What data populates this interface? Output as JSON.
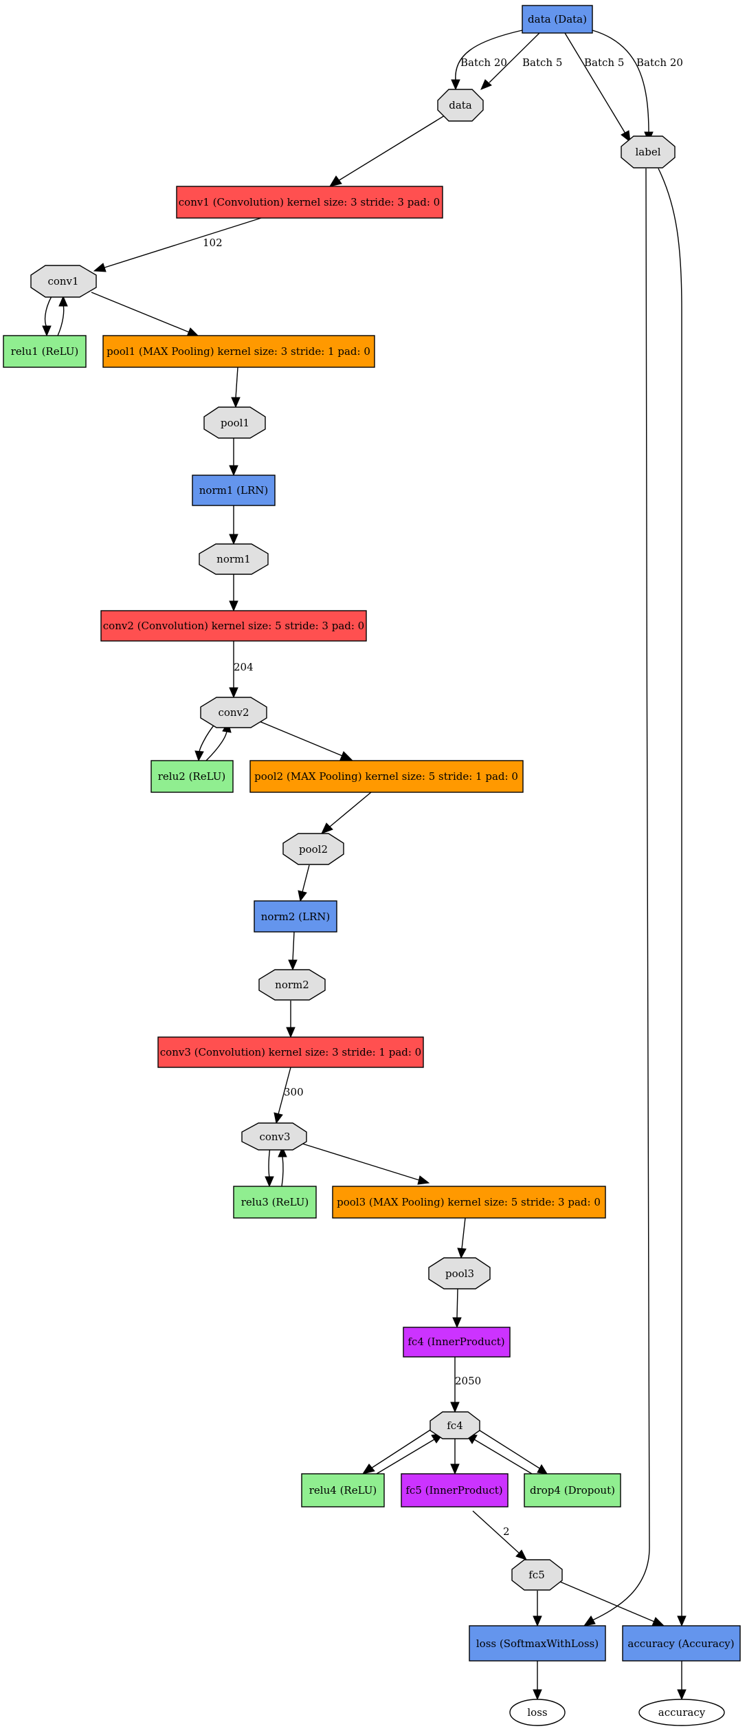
{
  "colors": {
    "data_layer": "#6495ed",
    "convolution": "#ff5050",
    "pooling": "#ff9900",
    "relu_dropout": "#90ee90",
    "inner_product": "#cc33ff",
    "blob": "#e0e0e0"
  },
  "layers": {
    "data": "data (Data)",
    "conv1": "conv1 (Convolution) kernel size: 3 stride: 3 pad: 0",
    "relu1": "relu1 (ReLU)",
    "pool1": "pool1 (MAX Pooling) kernel size: 3 stride: 1 pad: 0",
    "norm1": "norm1 (LRN)",
    "conv2": "conv2 (Convolution) kernel size: 5 stride: 3 pad: 0",
    "relu2": "relu2 (ReLU)",
    "pool2": "pool2 (MAX Pooling) kernel size: 5 stride: 1 pad: 0",
    "norm2": "norm2 (LRN)",
    "conv3": "conv3 (Convolution) kernel size: 3 stride: 1 pad: 0",
    "relu3": "relu3 (ReLU)",
    "pool3": "pool3 (MAX Pooling) kernel size: 5 stride: 3 pad: 0",
    "fc4": "fc4 (InnerProduct)",
    "relu4": "relu4 (ReLU)",
    "fc5": "fc5 (InnerProduct)",
    "drop4": "drop4 (Dropout)",
    "loss": "loss (SoftmaxWithLoss)",
    "accuracy": "accuracy (Accuracy)"
  },
  "blobs": {
    "data": "data",
    "label": "label",
    "conv1": "conv1",
    "pool1": "pool1",
    "norm1": "norm1",
    "conv2": "conv2",
    "pool2": "pool2",
    "norm2": "norm2",
    "conv3": "conv3",
    "pool3": "pool3",
    "fc4": "fc4",
    "fc5": "fc5"
  },
  "outputs": {
    "loss": "loss",
    "accuracy": "accuracy"
  },
  "edge_labels": {
    "data_to_data_batch20": "Batch 20",
    "data_to_data_batch5": "Batch 5",
    "data_to_label_batch5": "Batch 5",
    "data_to_label_batch20": "Batch 20",
    "conv1_out": "102",
    "conv2_out": "204",
    "conv3_out": "300",
    "fc4_out": "2050",
    "fc5_out": "2"
  }
}
